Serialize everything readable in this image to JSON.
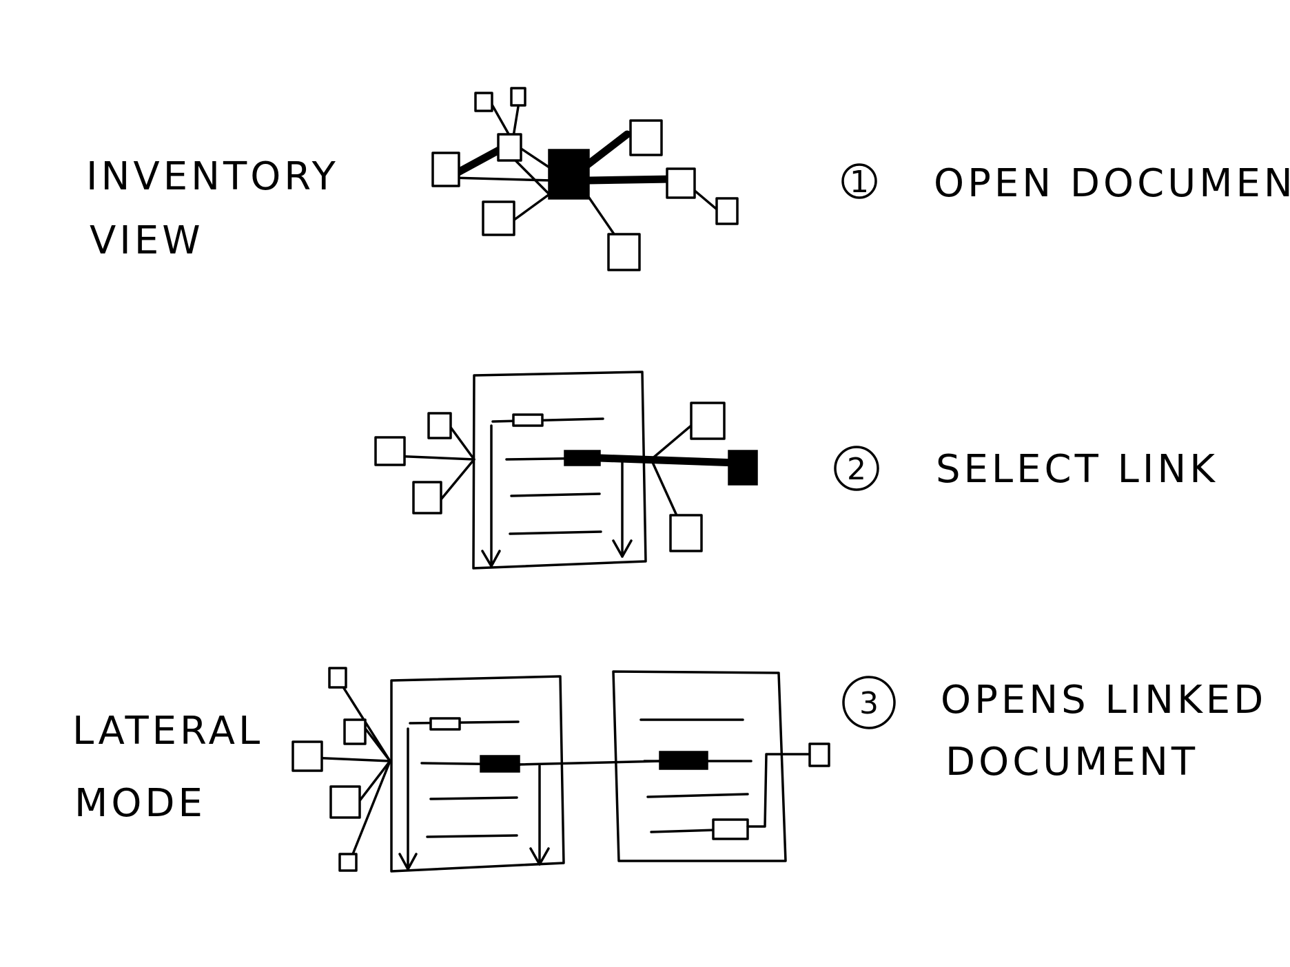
{
  "left_labels": {
    "inventory_line1": "INVENTORY",
    "inventory_line2": "VIEW",
    "lateral_line1": "LATERAL",
    "lateral_line2": "MODE"
  },
  "steps": [
    {
      "number": "1",
      "line1": "OPEN DOCUMENT",
      "line2": ""
    },
    {
      "number": "2",
      "line1": "SELECT LINK",
      "line2": ""
    },
    {
      "number": "3",
      "line1": "OPENS LINKED",
      "line2": "DOCUMENT"
    }
  ],
  "colors": {
    "ink": "#000000",
    "paper": "#ffffff"
  }
}
